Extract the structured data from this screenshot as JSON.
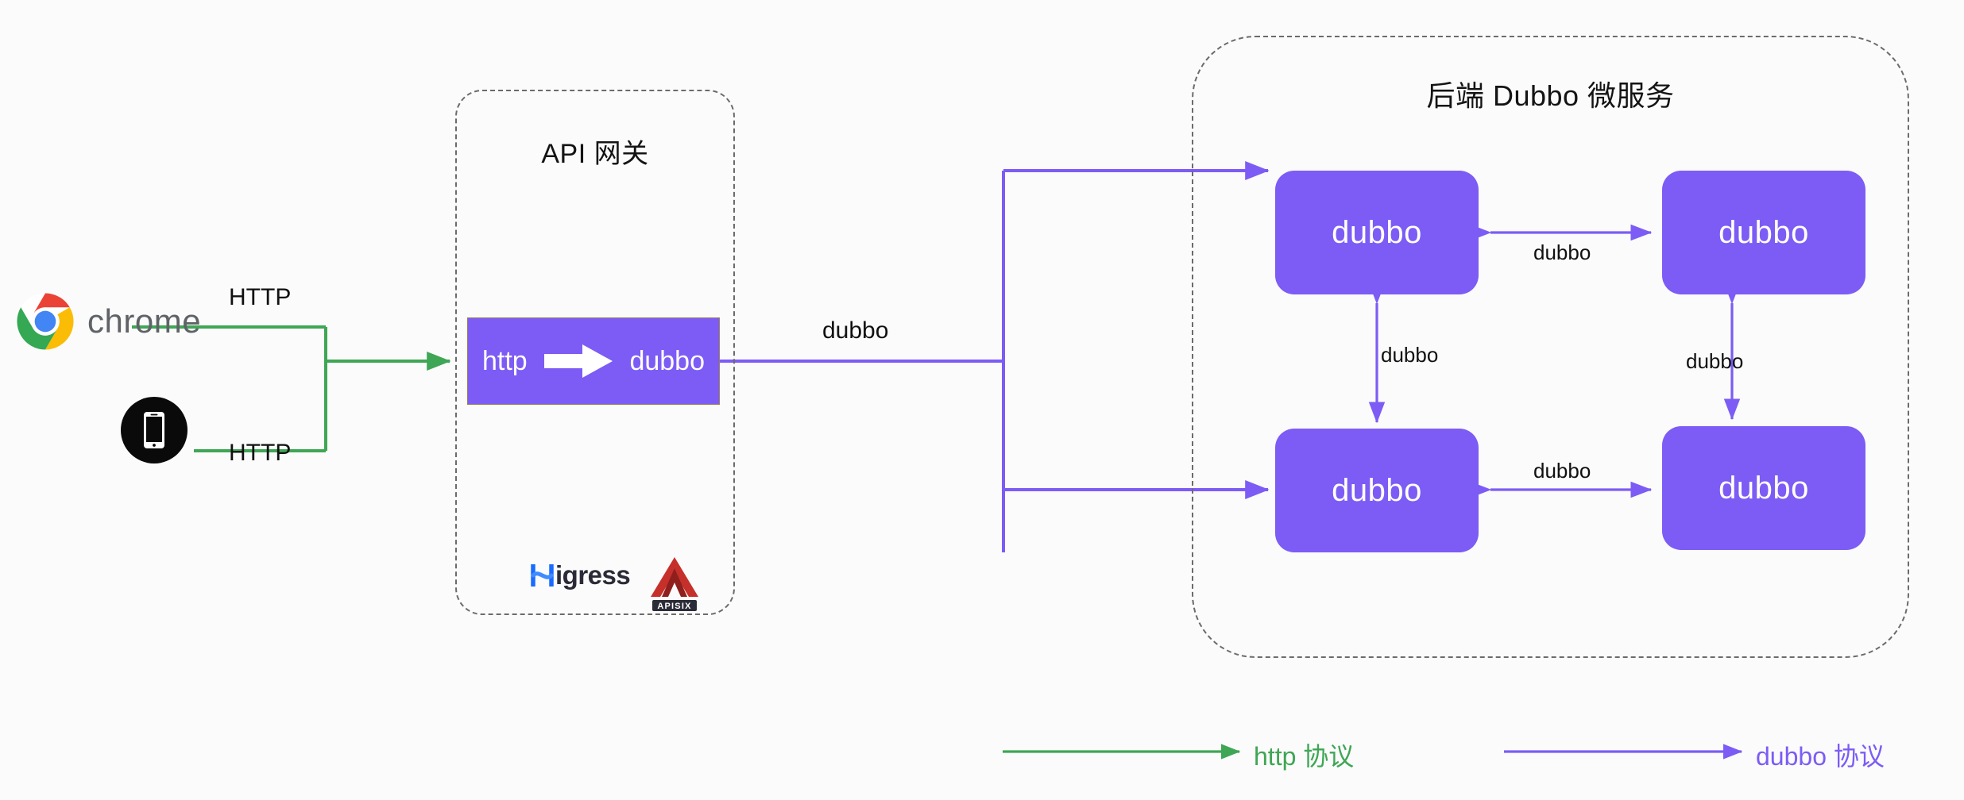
{
  "diagram": {
    "background": "#fbfbfb",
    "colors": {
      "http_green": "#3fa655",
      "dubbo_purple": "#7c5cf5",
      "dashed_gray": "#6b6b6b",
      "text_black": "#111111",
      "chrome_text": "#5f6368"
    }
  },
  "clients": {
    "chrome": {
      "label": "chrome",
      "icon": "chrome-logo-icon"
    },
    "mobile": {
      "icon": "mobile-phone-icon"
    },
    "edges": {
      "chrome_to_gateway": "HTTP",
      "mobile_to_gateway": "HTTP"
    }
  },
  "gateway": {
    "title": "API 网关",
    "conversion": {
      "from": "http",
      "to": "dubbo",
      "arrow_icon": "right-arrow-icon"
    },
    "vendors": [
      {
        "name": "Higress",
        "prefix": "H",
        "rest": "igress",
        "icon": "higress-logo-icon"
      },
      {
        "name": "APISIX",
        "wordmark": "APISIX",
        "icon": "apisix-logo-icon"
      }
    ]
  },
  "trunk": {
    "label": "dubbo"
  },
  "services": {
    "title": "后端 Dubbo 微服务",
    "nodes": [
      {
        "id": "top-left",
        "label": "dubbo"
      },
      {
        "id": "top-right",
        "label": "dubbo"
      },
      {
        "id": "bottom-left",
        "label": "dubbo"
      },
      {
        "id": "bottom-right",
        "label": "dubbo"
      }
    ],
    "edges": [
      {
        "id": "top-horizontal",
        "label": "dubbo",
        "direction": "bidirectional"
      },
      {
        "id": "bottom-horizontal",
        "label": "dubbo",
        "direction": "bidirectional"
      },
      {
        "id": "left-vertical",
        "label": "dubbo",
        "direction": "bidirectional"
      },
      {
        "id": "right-vertical",
        "label": "dubbo",
        "direction": "bidirectional"
      }
    ]
  },
  "legend": {
    "items": [
      {
        "id": "http",
        "label": "http 协议",
        "color": "#3fa655"
      },
      {
        "id": "dubbo",
        "label": "dubbo 协议",
        "color": "#7c5cf5"
      }
    ]
  }
}
